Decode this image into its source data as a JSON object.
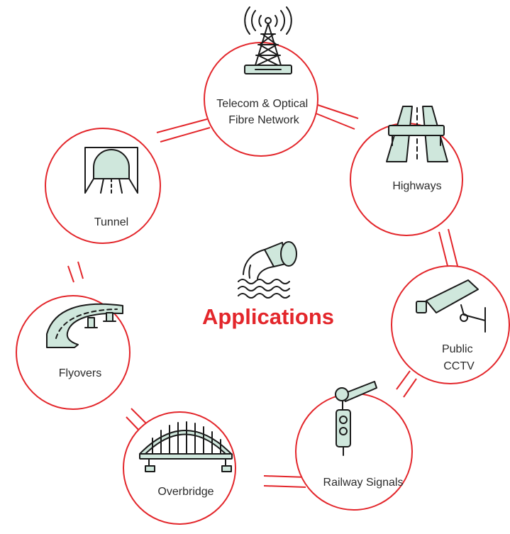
{
  "title": "Applications",
  "colors": {
    "accent": "#e3262b",
    "icon_fill": "#cfe7dc",
    "text": "#2b2b2b",
    "background": "#ffffff"
  },
  "nodes": [
    {
      "id": "telecom",
      "label_lines": [
        "Telecom & Optical",
        "Fibre Network"
      ],
      "icon": "telecom-tower-icon"
    },
    {
      "id": "highways",
      "label_lines": [
        "Highways"
      ],
      "icon": "highway-icon"
    },
    {
      "id": "cctv",
      "label_lines": [
        "Public",
        "CCTV"
      ],
      "icon": "cctv-camera-icon"
    },
    {
      "id": "railway",
      "label_lines": [
        "Railway Signals"
      ],
      "icon": "railway-signal-icon"
    },
    {
      "id": "overbridge",
      "label_lines": [
        "Overbridge"
      ],
      "icon": "arch-bridge-icon"
    },
    {
      "id": "flyovers",
      "label_lines": [
        "Flyovers"
      ],
      "icon": "flyover-icon"
    },
    {
      "id": "tunnel",
      "label_lines": [
        "Tunnel"
      ],
      "icon": "tunnel-icon"
    }
  ],
  "center_icon": "drain-pipe-water-icon"
}
